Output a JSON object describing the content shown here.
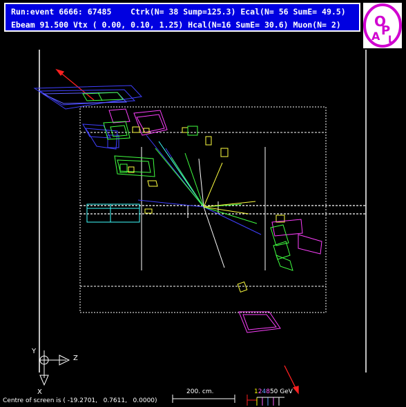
{
  "header": {
    "line1": "Run:event 6666: 67485    Ctrk(N= 38 Sump=125.3) Ecal(N= 56 SumE= 49.5)",
    "line2": "Ebeam 91.500 Vtx ( 0.00, 0.10, 1.25) Hcal(N=16 SumE= 30.6) Muon(N= 2)"
  },
  "logo": {
    "text": "OPAL",
    "color": "#d000d0"
  },
  "axes": {
    "y_label": "Y",
    "z_label": "Z",
    "x_label": "X"
  },
  "footer": {
    "centre_text": "Centre of screen is ( -19.2701,   0.7611,   0.0000)",
    "scale_text": "200. cm.",
    "energy_legend": [
      {
        "label": "1",
        "color": "#ffff00"
      },
      {
        "label": "2",
        "color": "#ff60ff"
      },
      {
        "label": "4",
        "color": "#60a0ff"
      },
      {
        "label": "8",
        "color": "#ff60ff"
      },
      {
        "label": "50 GeV",
        "color": "#ffffff"
      }
    ]
  },
  "colors": {
    "header_bg": "#0000e0",
    "track_blue": "#4040ff",
    "track_green": "#40ff40",
    "track_yellow": "#ffff40",
    "magenta": "#ff40ff",
    "cyan": "#40ffff",
    "red": "#ff2020"
  }
}
